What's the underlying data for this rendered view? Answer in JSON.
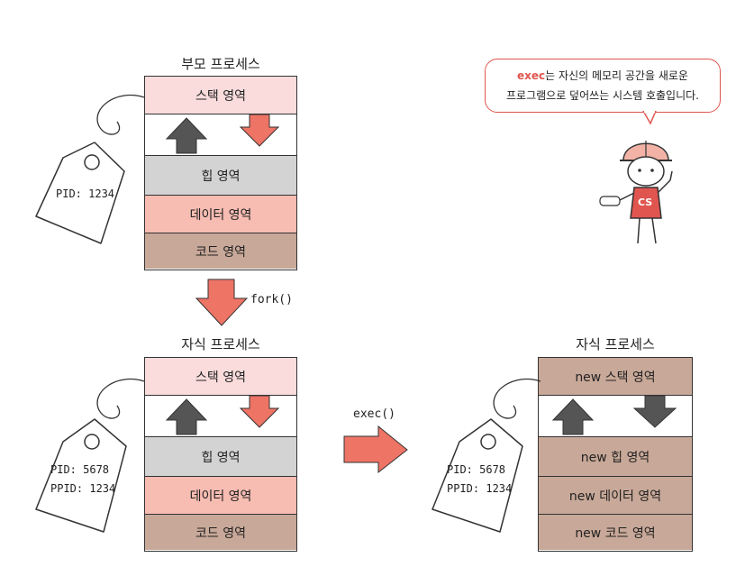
{
  "parent": {
    "title": "부모 프로세스",
    "tag_lines": [
      "PID: 1234"
    ],
    "segments": {
      "stack": "스택 영역",
      "heap": "힙 영역",
      "data": "데이터 영역",
      "code": "코드 영역"
    }
  },
  "fork_label": "fork()",
  "child": {
    "title": "자식 프로세스",
    "tag_lines": [
      "PID: 5678",
      "PPID: 1234"
    ],
    "segments": {
      "stack": "스택 영역",
      "heap": "힙 영역",
      "data": "데이터 영역",
      "code": "코드 영역"
    }
  },
  "exec_label": "exec()",
  "child_after_exec": {
    "title": "자식 프로세스",
    "tag_lines": [
      "PID: 5678",
      "PPID: 1234"
    ],
    "segments": {
      "stack": "new 스택 영역",
      "heap": "new 힙 영역",
      "data": "new 데이터 영역",
      "code": "new 코드 영역"
    }
  },
  "speech": {
    "keyword": "exec",
    "line1_rest": "는 자신의 메모리 공간을 새로운",
    "line2": "프로그램으로 덮어쓰는 시스템 호출입니다."
  },
  "mascot_badge": "CS",
  "colors": {
    "stack": "#fadcdc",
    "heap": "#d3d3d3",
    "data": "#f7bcb2",
    "code": "#c8a898",
    "arrow_red": "#ee7466",
    "arrow_dark": "#555555",
    "accent": "#e0554f"
  }
}
